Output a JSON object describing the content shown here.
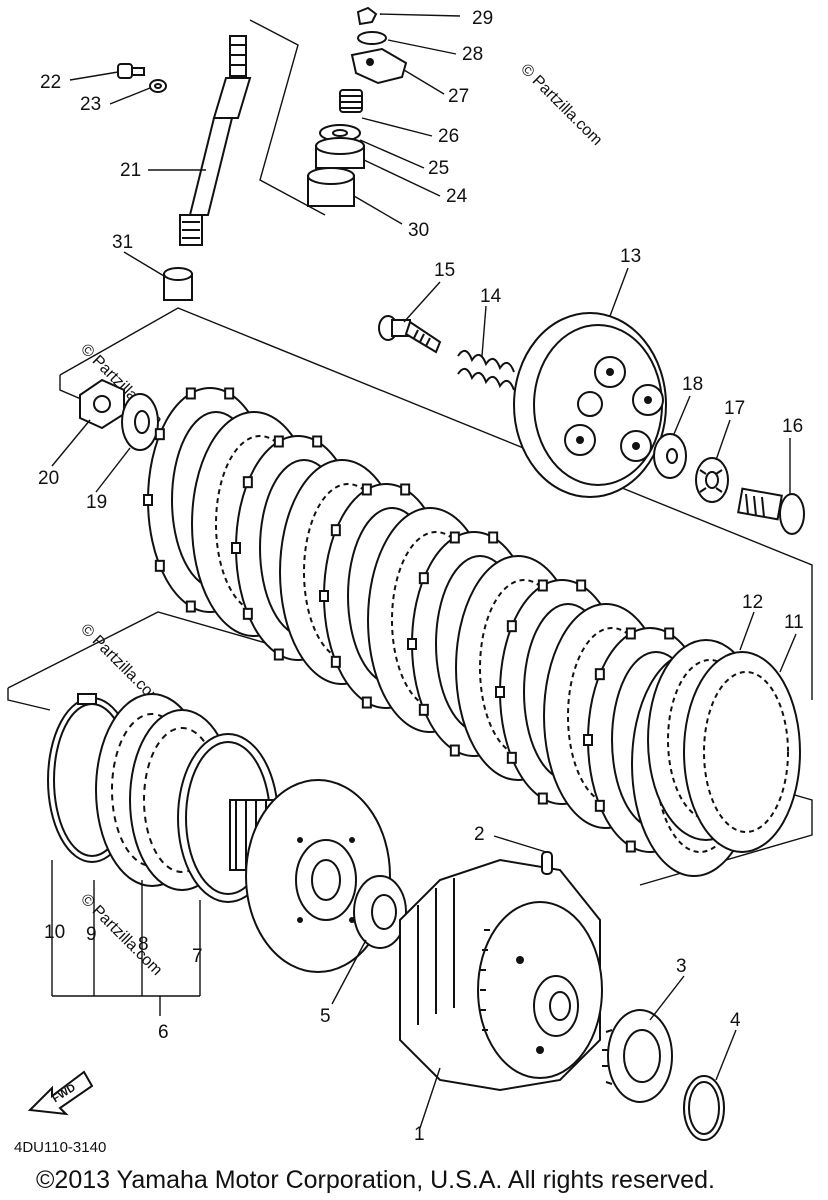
{
  "parts": [
    {
      "no": "1"
    },
    {
      "no": "2"
    },
    {
      "no": "3"
    },
    {
      "no": "4"
    },
    {
      "no": "5"
    },
    {
      "no": "6"
    },
    {
      "no": "7"
    },
    {
      "no": "8"
    },
    {
      "no": "9"
    },
    {
      "no": "10"
    },
    {
      "no": "11"
    },
    {
      "no": "12"
    },
    {
      "no": "13"
    },
    {
      "no": "14"
    },
    {
      "no": "15"
    },
    {
      "no": "16"
    },
    {
      "no": "17"
    },
    {
      "no": "18"
    },
    {
      "no": "19"
    },
    {
      "no": "20"
    },
    {
      "no": "21"
    },
    {
      "no": "22"
    },
    {
      "no": "23"
    },
    {
      "no": "24"
    },
    {
      "no": "25"
    },
    {
      "no": "26"
    },
    {
      "no": "27"
    },
    {
      "no": "28"
    },
    {
      "no": "29"
    },
    {
      "no": "30"
    },
    {
      "no": "31"
    }
  ],
  "fwd_label": "FWD",
  "diagram_code": "4DU110-3140",
  "copyright": "©2013 Yamaha Motor Corporation, U.S.A. All rights reserved.",
  "watermark": "© Partzilla.com"
}
